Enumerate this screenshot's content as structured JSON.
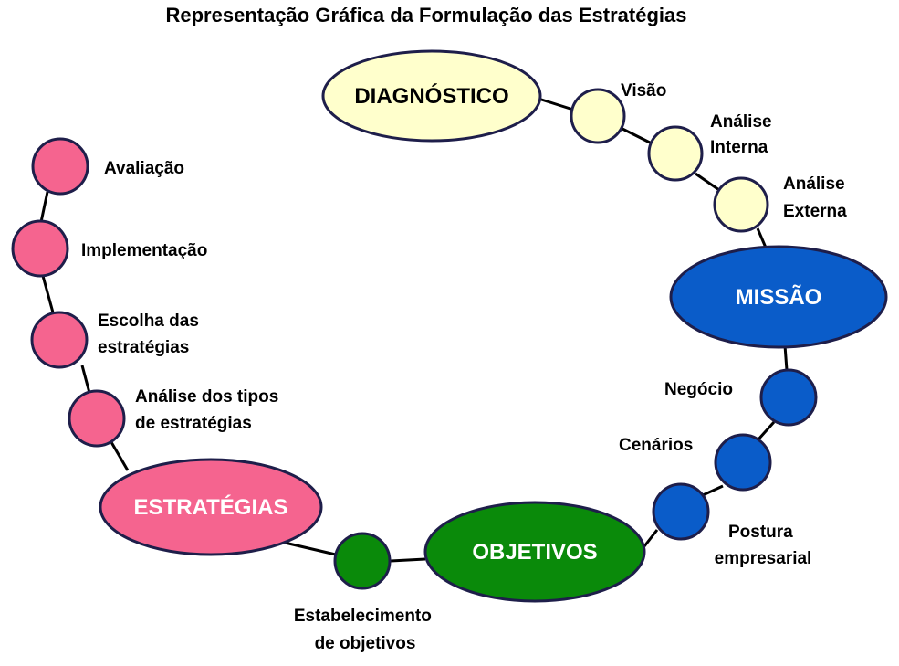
{
  "title": "Representação Gráfica da Formulação das Estratégias",
  "colors": {
    "diagnostico": "#ffffcc",
    "missao": "#0a5cc9",
    "objetivos": "#0a8a0a",
    "estrategias": "#f5648f",
    "text_dark": "#000000",
    "text_light": "#ffffff"
  },
  "main_nodes": {
    "diagnostico": "DIAGNÓSTICO",
    "missao": "MISSÃO",
    "objetivos": "OBJETIVOS",
    "estrategias": "ESTRATÉGIAS"
  },
  "steps": {
    "visao": [
      "Visão"
    ],
    "analise_interna": [
      "Análise",
      "Interna"
    ],
    "analise_externa": [
      "Análise",
      "Externa"
    ],
    "negocio": [
      "Negócio"
    ],
    "cenarios": [
      "Cenários"
    ],
    "postura": [
      "Postura",
      "empresarial"
    ],
    "estabelecimento": [
      "Estabelecimento",
      "de objetivos"
    ],
    "analise_tipos": [
      "Análise dos tipos",
      "de estratégias"
    ],
    "escolha": [
      "Escolha das",
      "estratégias"
    ],
    "implementacao": [
      "Implementação"
    ],
    "avaliacao": [
      "Avaliação"
    ]
  }
}
